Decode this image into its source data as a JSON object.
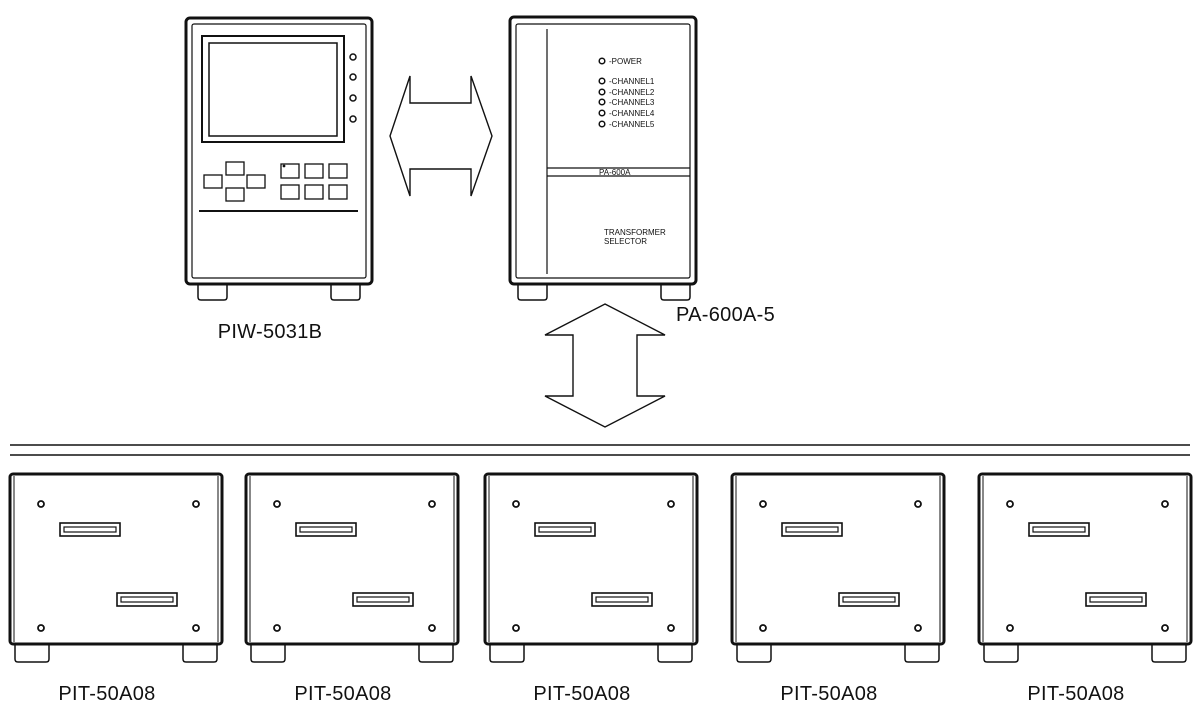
{
  "devices": {
    "controller": {
      "label": "PIW-5031B"
    },
    "amplifier": {
      "label": "PA-600A-5",
      "panel_model": "PA-600A",
      "indicators": [
        {
          "text": "-POWER"
        },
        {
          "text": "-CHANNEL1"
        },
        {
          "text": "-CHANNEL2"
        },
        {
          "text": "-CHANNEL3"
        },
        {
          "text": "-CHANNEL4"
        },
        {
          "text": "-CHANNEL5"
        }
      ],
      "selector_line1": "TRANSFORMER",
      "selector_line2": "SELECTOR"
    },
    "transformers": [
      {
        "label": "PIT-50A08"
      },
      {
        "label": "PIT-50A08"
      },
      {
        "label": "PIT-50A08"
      },
      {
        "label": "PIT-50A08"
      },
      {
        "label": "PIT-50A08"
      }
    ]
  },
  "colors": {
    "line": "#111111",
    "background": "#ffffff"
  }
}
